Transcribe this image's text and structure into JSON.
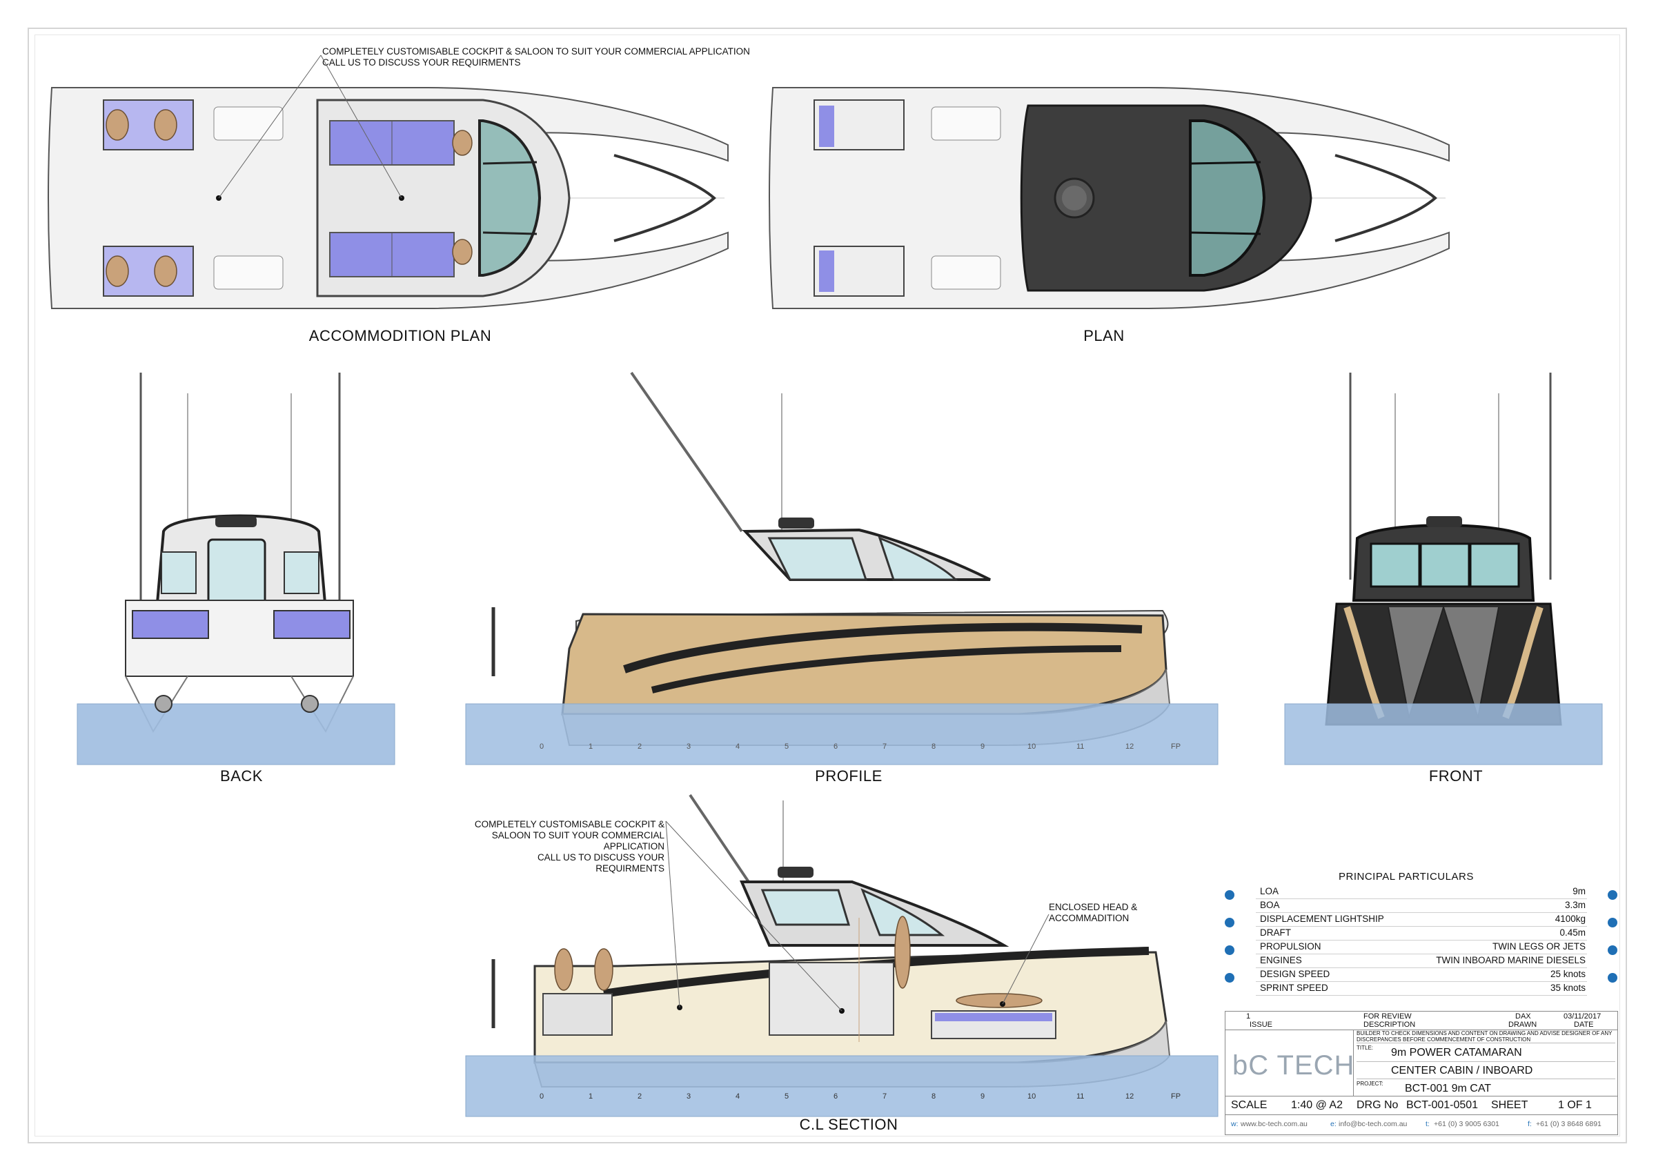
{
  "notes": {
    "top_note_line1": "COMPLETELY CUSTOMISABLE COCKPIT & SALOON TO SUIT YOUR COMMERCIAL APPLICATION",
    "top_note_line2": "CALL US TO DISCUSS YOUR REQUIRMENTS",
    "section_note_line1": "COMPLETELY CUSTOMISABLE COCKPIT &",
    "section_note_line2": "SALOON TO SUIT YOUR COMMERCIAL",
    "section_note_line3": "APPLICATION",
    "section_note_line4": "CALL US TO DISCUSS YOUR",
    "section_note_line5": "REQUIRMENTS",
    "head_note_line1": "ENCLOSED HEAD &",
    "head_note_line2": "ACCOMMADITION"
  },
  "views": {
    "accommodation_plan": "ACCOMMODITION PLAN",
    "plan": "PLAN",
    "back": "BACK",
    "profile": "PROFILE",
    "front": "FRONT",
    "cl_section": "C.L SECTION"
  },
  "station_marks": [
    "0",
    "1",
    "2",
    "3",
    "4",
    "5",
    "6",
    "7",
    "8",
    "9",
    "10",
    "11",
    "12",
    "FP"
  ],
  "principal_particulars": {
    "title": "PRINCIPAL  PARTICULARS",
    "rows": [
      {
        "label": "LOA",
        "value": "9m"
      },
      {
        "label": "BOA",
        "value": "3.3m"
      },
      {
        "label": "DISPLACEMENT LIGHTSHIP",
        "value": "4100kg"
      },
      {
        "label": "DRAFT",
        "value": "0.45m"
      },
      {
        "label": "PROPULSION",
        "value": "TWIN LEGS OR JETS"
      },
      {
        "label": "ENGINES",
        "value": "TWIN INBOARD MARINE DIESELS"
      },
      {
        "label": "DESIGN  SPEED",
        "value": "25 knots"
      },
      {
        "label": "SPRINT  SPEED",
        "value": "35 knots"
      }
    ]
  },
  "title_block": {
    "issue_no": "1",
    "issue_desc": "FOR REVIEW",
    "drawn_by": "DAX",
    "date": "03/11/2017",
    "hdr_issue": "ISSUE",
    "hdr_description": "DESCRIPTION",
    "hdr_drawn": "DRAWN",
    "hdr_date": "DATE",
    "disclaimer": "BUILDER TO CHECK DIMENSIONS AND CONTENT ON DRAWING AND ADVISE DESIGNER OF ANY DISCREPANCIES BEFORE COMMENCEMENT OF CONSTRUCTION",
    "title_label": "TITLE:",
    "title_line1": "9m POWER CATAMARAN",
    "title_line2": "CENTER CABIN / INBOARD",
    "project_label": "PROJECT:",
    "project": "BCT-001 9m CAT",
    "logo_text": "bC TECH",
    "scale_label": "SCALE",
    "scale": "1:40 @ A2",
    "drg_label": "DRG No",
    "drg_no": "BCT-001-0501",
    "sheet_label": "SHEET",
    "sheet": "1 OF 1",
    "web_prefix": "w:",
    "web": "www.bc-tech.com.au",
    "email_prefix": "e:",
    "email": "info@bc-tech.com.au",
    "tel_prefix": "t:",
    "tel": "+61 (0) 3 9005 6301",
    "fax_prefix": "f:",
    "fax": "+61 (0) 3 8648 6891"
  },
  "colors": {
    "hull_grey": "#dcdcdc",
    "hull_tan": "#d7b98a",
    "water": "#9fbde0",
    "glass": "#7fb2ad",
    "cabin_dark": "#3a3a3a",
    "seat_blue": "#8f8fe6",
    "accent_blue": "#1f6fb5"
  }
}
